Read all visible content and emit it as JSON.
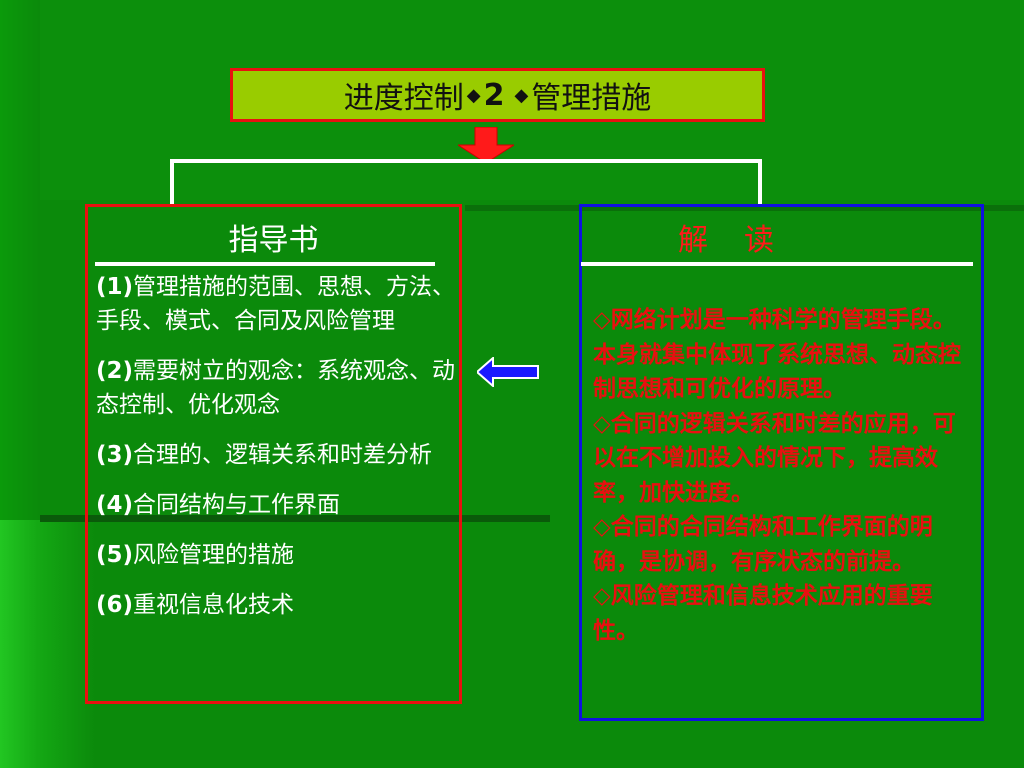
{
  "title": {
    "part1": "进度控制",
    "diamond": "◆",
    "number": "2",
    "part2": "管理措施"
  },
  "left_panel": {
    "heading": "指导书",
    "items": [
      {
        "num": "(1)",
        "text": "管理措施的范围、思想、方法、手段、模式、合同及风险管理"
      },
      {
        "num": "(2)",
        "text": "需要树立的观念：系统观念、动态控制、优化观念"
      },
      {
        "num": "(3)",
        "text": "合理的、逻辑关系和时差分析"
      },
      {
        "num": "(4)",
        "text": "合同结构与工作界面"
      },
      {
        "num": "(5)",
        "text": "风险管理的措施"
      },
      {
        "num": "(6)",
        "text": "重视信息化技术"
      }
    ]
  },
  "right_panel": {
    "heading": "解读",
    "bullet": "◇",
    "paragraphs": [
      "网络计划是一种科学的管理手段。本身就集中体现了系统思想、动态控制思想和可优化的原理。",
      "合同的逻辑关系和时差的应用，可以在不增加投入的情况下，提高效率，加快进度。",
      "合同的合同结构和工作界面的明确，是协调，有序状态的前提。",
      "风险管理和信息技术应用的重要性。"
    ]
  },
  "colors": {
    "background": "#0b8a0b",
    "title_fill": "#99cc00",
    "left_border": "#e81010",
    "right_border": "#1010e0",
    "down_arrow": "#ff1a1a",
    "left_arrow": "#1a1aff",
    "right_text": "#e81010"
  },
  "icons": {
    "down_arrow": "down-arrow-icon",
    "left_arrow": "left-arrow-icon"
  }
}
